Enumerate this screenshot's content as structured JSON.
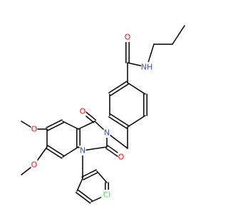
{
  "colors": {
    "bond": "#000000",
    "background": "#ffffff",
    "O": "#ff0d0d",
    "N": "#3050f8",
    "Cl": "#1ff01f"
  },
  "labels": {
    "amide_nh": "NH",
    "amide_o": "O",
    "ring_n3": "N",
    "ring_n1": "N",
    "c4_o": "O",
    "c2_o": "O",
    "methoxy_o_upper": "O",
    "methoxy_o_lower": "O",
    "chlorine": "Cl"
  }
}
